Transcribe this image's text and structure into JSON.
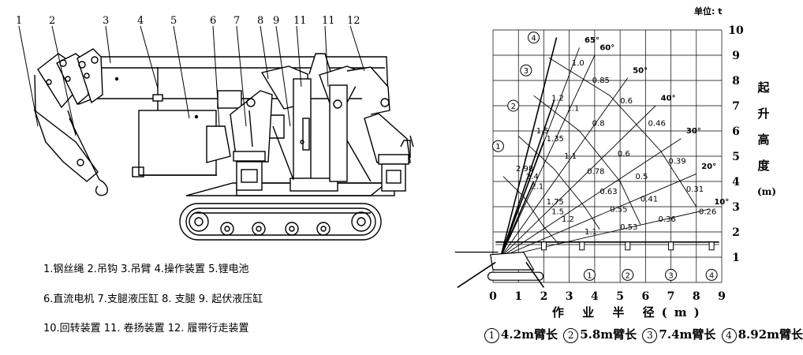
{
  "machine_diagram": {
    "part_numbers": [
      "1",
      "2",
      "3",
      "4",
      "5",
      "6",
      "7",
      "8",
      "9",
      "11",
      "11",
      "12"
    ]
  },
  "legend": {
    "line1": "1.钢丝绳 2.吊钩 3.吊臂 4.操作装置 5.锂电池",
    "line2": "6.直流电机 7.支腿液压缸  8. 支腿  9. 起伏液压缸",
    "line3": "10.回转装置  11. 卷扬装置  12. 履带行走装置"
  },
  "chart_data": {
    "type": "load-chart",
    "unit_label": "单位: t",
    "xlabel": "作 业 半 径(m)",
    "ylabel": "起升高度(m)",
    "ylabel_chars": [
      "起",
      "升",
      "高",
      "度",
      "(m)"
    ],
    "x_ticks": [
      "0",
      "1",
      "2",
      "3",
      "4",
      "5",
      "6",
      "7",
      "8",
      "9"
    ],
    "y_ticks": [
      "1",
      "2",
      "3",
      "4",
      "5",
      "6",
      "7",
      "8",
      "9",
      "10"
    ],
    "xlim": [
      0,
      9
    ],
    "ylim": [
      0,
      10
    ],
    "grid": true,
    "boom_angles": [
      {
        "label": "65°",
        "x": 3.6,
        "y": 9.5
      },
      {
        "label": "60°",
        "x": 4.2,
        "y": 9.2
      },
      {
        "label": "50°",
        "x": 5.5,
        "y": 8.3
      },
      {
        "label": "40°",
        "x": 6.6,
        "y": 7.2
      },
      {
        "label": "30°",
        "x": 7.6,
        "y": 5.9
      },
      {
        "label": "20°",
        "x": 8.2,
        "y": 4.5
      },
      {
        "label": "10°",
        "x": 8.7,
        "y": 3.1
      }
    ],
    "arms": [
      {
        "id": "1",
        "label": "4.2m臂长",
        "circle_position": {
          "x": 0.2,
          "y": 5.4
        },
        "axis_mark": {
          "x": 3.8
        },
        "tip": {
          "x": 1.6,
          "y": 4.0
        }
      },
      {
        "id": "2",
        "label": "5.8m臂长",
        "circle_position": {
          "x": 0.8,
          "y": 7.0
        },
        "axis_mark": {
          "x": 5.3
        },
        "tip": {
          "x": 2.0,
          "y": 5.6
        }
      },
      {
        "id": "3",
        "label": "7.4m臂长",
        "circle_position": {
          "x": 1.3,
          "y": 8.4
        },
        "axis_mark": {
          "x": 7.0
        },
        "tip": {
          "x": 2.4,
          "y": 7.2
        }
      },
      {
        "id": "4",
        "label": "8.92m臂长",
        "circle_position": {
          "x": 1.6,
          "y": 9.7
        },
        "axis_mark": {
          "x": 8.6
        },
        "tip": {
          "x": 2.5,
          "y": 9.7
        }
      }
    ],
    "capacity_labels": [
      {
        "text": "1.0",
        "x": 3.1,
        "y": 8.6
      },
      {
        "text": "0.85",
        "x": 3.9,
        "y": 7.9
      },
      {
        "text": "1.2",
        "x": 2.3,
        "y": 7.2
      },
      {
        "text": "0.6",
        "x": 5.0,
        "y": 7.1
      },
      {
        "text": "1.1",
        "x": 2.9,
        "y": 6.8
      },
      {
        "text": "0.46",
        "x": 6.1,
        "y": 6.2
      },
      {
        "text": "0.8",
        "x": 3.9,
        "y": 6.2
      },
      {
        "text": "1.5",
        "x": 1.7,
        "y": 5.9
      },
      {
        "text": "1.35",
        "x": 2.1,
        "y": 5.6
      },
      {
        "text": "0.6",
        "x": 4.9,
        "y": 5.0
      },
      {
        "text": "1.1",
        "x": 2.8,
        "y": 4.9
      },
      {
        "text": "0.39",
        "x": 6.9,
        "y": 4.7
      },
      {
        "text": "2.98",
        "x": 0.9,
        "y": 4.4
      },
      {
        "text": "2.4",
        "x": 1.3,
        "y": 4.1
      },
      {
        "text": "0.78",
        "x": 3.7,
        "y": 4.3
      },
      {
        "text": "0.5",
        "x": 5.6,
        "y": 4.1
      },
      {
        "text": "2.1",
        "x": 1.5,
        "y": 3.7
      },
      {
        "text": "0.63",
        "x": 4.2,
        "y": 3.5
      },
      {
        "text": "0.31",
        "x": 7.6,
        "y": 3.6
      },
      {
        "text": "0.41",
        "x": 5.8,
        "y": 3.2
      },
      {
        "text": "1.75",
        "x": 2.1,
        "y": 3.1
      },
      {
        "text": "0.55",
        "x": 4.6,
        "y": 2.8
      },
      {
        "text": "1.5",
        "x": 2.3,
        "y": 2.7
      },
      {
        "text": "0.26",
        "x": 8.1,
        "y": 2.7
      },
      {
        "text": "0.36",
        "x": 6.5,
        "y": 2.4
      },
      {
        "text": "1.2",
        "x": 2.7,
        "y": 2.4
      },
      {
        "text": "0.53",
        "x": 5.0,
        "y": 2.1
      },
      {
        "text": "1.1",
        "x": 3.6,
        "y": 1.9
      }
    ]
  },
  "arm_legend": [
    {
      "num": "1",
      "text": "4.2m臂长"
    },
    {
      "num": "2",
      "text": "5.8m臂长"
    },
    {
      "num": "3",
      "text": "7.4m臂长"
    },
    {
      "num": "4",
      "text": "8.92m臂长"
    }
  ]
}
